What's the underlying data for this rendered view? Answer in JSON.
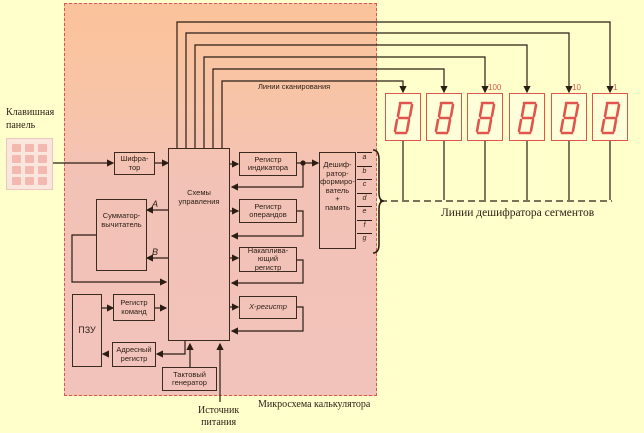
{
  "labels": {
    "keyboard": [
      "Клавишная",
      "панель"
    ],
    "scan_lines": "Линии сканирования",
    "segment_lines": "Линии дешифратора сегментов",
    "chip": "Микросхема калькулятора",
    "power": [
      "Источник",
      "питания"
    ]
  },
  "blocks": {
    "encoder": [
      "Шифра-",
      "тор"
    ],
    "control": [
      "Схемы",
      "управления"
    ],
    "indicator_register": [
      "Регистр",
      "индикатора"
    ],
    "operand_register": [
      "Регистр",
      "операндов"
    ],
    "accumulator_register": [
      "Накаплива-",
      "ющий",
      "регистр"
    ],
    "x_register": [
      "X-регистр"
    ],
    "adder": [
      "Сумматор-",
      "вычитатель"
    ],
    "rom": [
      "ПЗУ"
    ],
    "command_register": [
      "Регистр",
      "команд"
    ],
    "address_register": [
      "Адресный",
      "регистр"
    ],
    "clock": [
      "Тактовый",
      "генератор"
    ],
    "decoder": [
      "Дешиф-",
      "ратор-",
      "формиро-",
      "ватель",
      "+",
      "память"
    ]
  },
  "bus_labels": {
    "a": "A",
    "b": "B"
  },
  "segments": [
    "a",
    "b",
    "c",
    "d",
    "e",
    "f",
    "g"
  ],
  "digit_positions": [
    "100",
    "10",
    "1"
  ],
  "display_digit_count": 6,
  "colors": {
    "background": "#ffffcc",
    "chip": "#f3c2b6",
    "display": "#e0564f",
    "line": "#2b1d14"
  }
}
